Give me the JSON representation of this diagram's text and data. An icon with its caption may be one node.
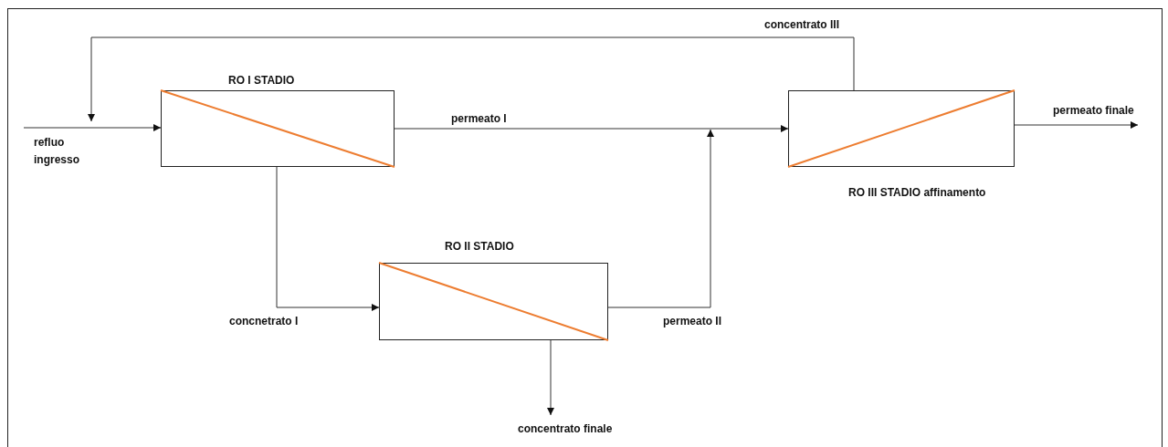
{
  "diagram": {
    "nodes": [
      {
        "text": [
          "RO I STADIO"
        ]
      },
      {
        "text": [
          "RO II STADIO"
        ]
      },
      {
        "text": [
          "RO III STADIO affinamento"
        ]
      }
    ],
    "edges": [
      {
        "from": null,
        "to": 0,
        "arrow": "to",
        "label": "refluo ingresso"
      },
      {
        "from": 0,
        "to": 2,
        "arrow": "to",
        "label": "permeato I"
      },
      {
        "from": 2,
        "to": null,
        "arrow": "to",
        "label": "concentrato III"
      },
      {
        "from": 0,
        "to": 1,
        "arrow": "to",
        "label": "concnetrato I"
      },
      {
        "from": 1,
        "to": null,
        "arrow": "to",
        "label": "permeato II"
      },
      {
        "from": 1,
        "to": null,
        "arrow": "to",
        "label": "concentrato finale"
      },
      {
        "from": 2,
        "to": null,
        "arrow": "to",
        "label": "permeato finale"
      }
    ]
  }
}
